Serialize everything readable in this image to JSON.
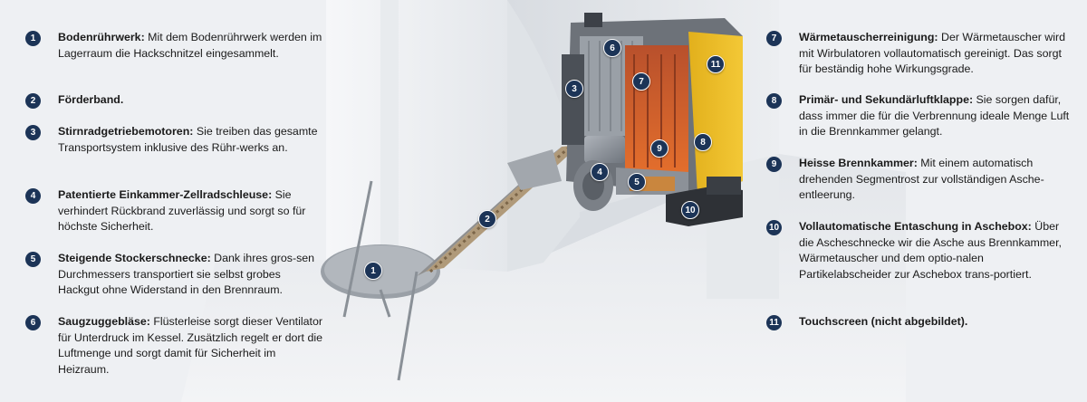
{
  "legend_left": [
    {
      "num": "1",
      "title": "Bodenrührwerk:",
      "desc": " Mit dem Bodenrührwerk werden im Lagerraum die Hackschnitzel eingesammelt."
    },
    {
      "num": "2",
      "title": "Förderband.",
      "desc": ""
    },
    {
      "num": "3",
      "title": "Stirnradgetriebemotoren:",
      "desc": " Sie treiben das gesamte Transportsystem inklusive des Rühr-werks an."
    },
    {
      "num": "4",
      "title": "Patentierte Einkammer-Zellradschleuse:",
      "desc": " Sie verhindert Rückbrand zuverlässig und sorgt so für höchste Sicherheit."
    },
    {
      "num": "5",
      "title": "Steigende Stockerschnecke:",
      "desc": " Dank ihres gros-sen Durchmessers transportiert sie selbst grobes Hackgut ohne Widerstand in den Brennraum."
    },
    {
      "num": "6",
      "title": "Saugzuggebläse:",
      "desc": " Flüsterleise sorgt dieser Ventilator für Unterdruck im Kessel. Zusätzlich regelt er dort die Luftmenge und sorgt damit für Sicherheit im Heizraum."
    }
  ],
  "legend_right": [
    {
      "num": "7",
      "title": "Wärmetauscherreinigung:",
      "desc": " Der Wärmetauscher wird mit Wirbulatoren vollautomatisch gereinigt. Das sorgt für beständig hohe Wirkungsgrade."
    },
    {
      "num": "8",
      "title": "Primär- und Sekundärluftklappe:",
      "desc": " Sie sorgen dafür, dass immer die für die Verbrennung ideale Menge Luft in die Brennkammer gelangt."
    },
    {
      "num": "9",
      "title": "Heisse Brennkammer:",
      "desc": " Mit einem automatisch drehenden Segmentrost zur vollständigen Asche-entleerung."
    },
    {
      "num": "10",
      "title": "Vollautomatische Entaschung in Aschebox:",
      "desc": " Über die Ascheschnecke wir die Asche aus Brennkammer, Wärmetauscher und dem optio-nalen Partikelabscheider zur Aschebox trans-portiert."
    },
    {
      "num": "11",
      "title": "Touchscreen (nicht abgebildet).",
      "desc": ""
    }
  ],
  "markers": [
    "1",
    "2",
    "3",
    "4",
    "5",
    "6",
    "7",
    "8",
    "9",
    "10",
    "11"
  ]
}
